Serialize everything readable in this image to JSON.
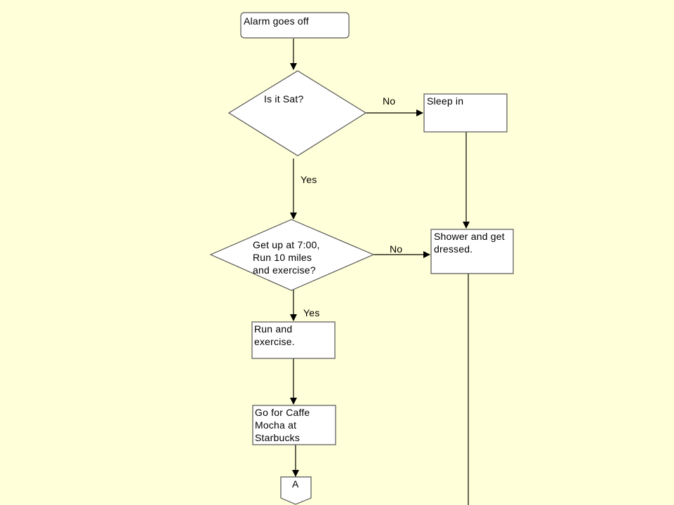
{
  "nodes": {
    "alarm": {
      "lines": [
        "Alarm goes off"
      ]
    },
    "is_sat": {
      "lines": [
        "Is it Sat?"
      ]
    },
    "sleep_in": {
      "lines": [
        "Sleep in"
      ]
    },
    "get_up": {
      "lines": [
        "Get up at 7:00,",
        "Run 10 miles",
        "and exercise?"
      ]
    },
    "shower": {
      "lines": [
        "Shower and get",
        "dressed."
      ]
    },
    "run": {
      "lines": [
        "Run and",
        "exercise."
      ]
    },
    "caffe": {
      "lines": [
        "Go for Caffe",
        "Mocha at",
        "Starbucks"
      ]
    },
    "connector": {
      "lines": [
        "A"
      ]
    }
  },
  "edge_labels": {
    "sat_no": "No",
    "sat_yes": "Yes",
    "getup_no": "No",
    "getup_yes": "Yes"
  }
}
